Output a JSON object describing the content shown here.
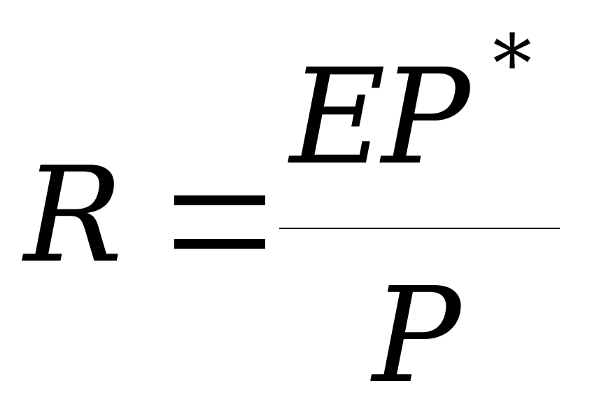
{
  "formula": {
    "lhs": "R",
    "operator": "=",
    "numerator": "EP",
    "numerator_superscript": "*",
    "denominator": "P"
  }
}
